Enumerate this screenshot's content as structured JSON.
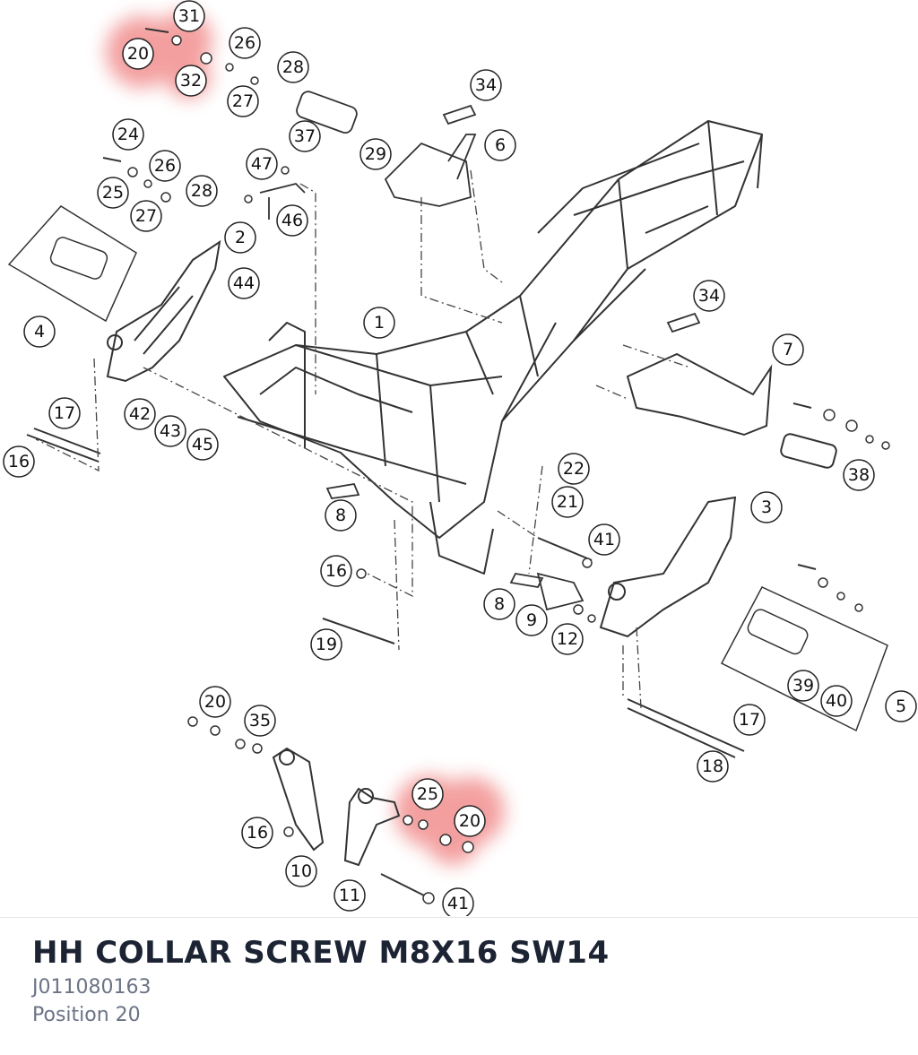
{
  "part": {
    "title": "HH COLLAR SCREW M8X16 SW14",
    "number": "J011080163",
    "position": "Position 20"
  },
  "highlight_color": "#f08080",
  "callouts": [
    {
      "id": "c31",
      "label": "31"
    },
    {
      "id": "c20a",
      "label": "20",
      "highlighted": true
    },
    {
      "id": "c26a",
      "label": "26"
    },
    {
      "id": "c32",
      "label": "32"
    },
    {
      "id": "c28a",
      "label": "28"
    },
    {
      "id": "c27a",
      "label": "27"
    },
    {
      "id": "c34a",
      "label": "34"
    },
    {
      "id": "c37",
      "label": "37"
    },
    {
      "id": "c6",
      "label": "6"
    },
    {
      "id": "c29",
      "label": "29"
    },
    {
      "id": "c24",
      "label": "24"
    },
    {
      "id": "c26b",
      "label": "26"
    },
    {
      "id": "c25a",
      "label": "25"
    },
    {
      "id": "c28b",
      "label": "28"
    },
    {
      "id": "c27b",
      "label": "27"
    },
    {
      "id": "c47",
      "label": "47"
    },
    {
      "id": "c46",
      "label": "46"
    },
    {
      "id": "c2",
      "label": "2"
    },
    {
      "id": "c44",
      "label": "44"
    },
    {
      "id": "c4",
      "label": "4"
    },
    {
      "id": "c1",
      "label": "1"
    },
    {
      "id": "c34b",
      "label": "34"
    },
    {
      "id": "c7",
      "label": "7"
    },
    {
      "id": "c17a",
      "label": "17"
    },
    {
      "id": "c42",
      "label": "42"
    },
    {
      "id": "c43",
      "label": "43"
    },
    {
      "id": "c45",
      "label": "45"
    },
    {
      "id": "c16a",
      "label": "16"
    },
    {
      "id": "c38",
      "label": "38"
    },
    {
      "id": "c22",
      "label": "22"
    },
    {
      "id": "c21",
      "label": "21"
    },
    {
      "id": "c8a",
      "label": "8"
    },
    {
      "id": "c3",
      "label": "3"
    },
    {
      "id": "c41a",
      "label": "41"
    },
    {
      "id": "c16b",
      "label": "16"
    },
    {
      "id": "c8b",
      "label": "8"
    },
    {
      "id": "c9",
      "label": "9"
    },
    {
      "id": "c12",
      "label": "12"
    },
    {
      "id": "c19",
      "label": "19"
    },
    {
      "id": "c39",
      "label": "39"
    },
    {
      "id": "c40",
      "label": "40"
    },
    {
      "id": "c5",
      "label": "5"
    },
    {
      "id": "c20b",
      "label": "20"
    },
    {
      "id": "c35",
      "label": "35"
    },
    {
      "id": "c17b",
      "label": "17"
    },
    {
      "id": "c18",
      "label": "18"
    },
    {
      "id": "c25b",
      "label": "25",
      "highlighted": true
    },
    {
      "id": "c20c",
      "label": "20",
      "highlighted": true
    },
    {
      "id": "c16c",
      "label": "16"
    },
    {
      "id": "c10",
      "label": "10"
    },
    {
      "id": "c11",
      "label": "11"
    },
    {
      "id": "c41b",
      "label": "41"
    }
  ]
}
